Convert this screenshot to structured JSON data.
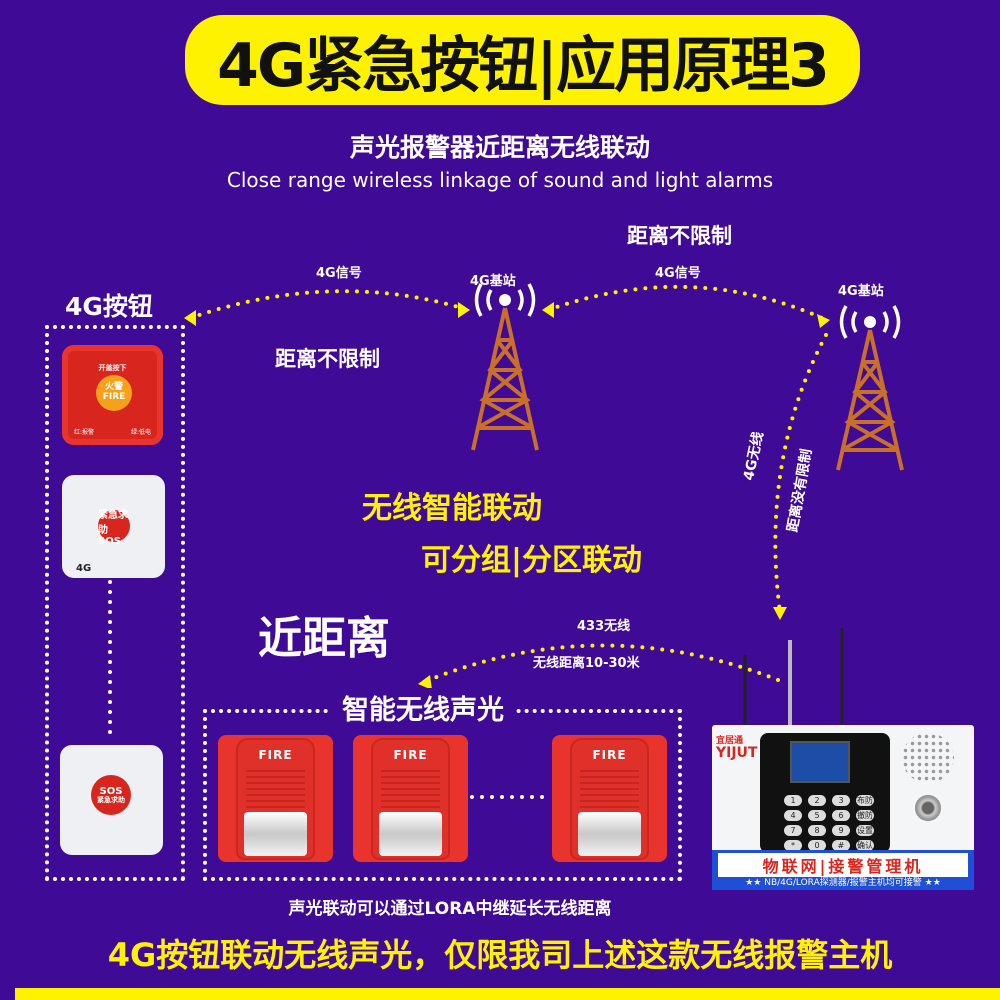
{
  "title": "4G紧急按钮|应用原理3",
  "subtitle_cn": "声光报警器近距离无线联动",
  "subtitle_en": "Close range wireless linkage of sound and light alarms",
  "labels": {
    "distance_unlimited_top": "距离不限制",
    "signal_left": "4G信号",
    "station_left": "4G基站",
    "signal_right": "4G信号",
    "station_right": "4G基站",
    "button_group": "4G按钮",
    "distance_unlimited_left": "距离不限制",
    "wireless_4g": "4G无线",
    "distance_no_limit_vertical": "距离没有限制",
    "smart_linkage": "无线智能联动",
    "group_linkage": "可分组|分区联动",
    "short_range": "近距离",
    "wireless_433": "433无线",
    "wireless_range": "无线距离10-30米",
    "smart_strobe": "智能无线声光",
    "lora_note": "声光联动可以通过LORA中继延长无线距离",
    "footer": "4G按钮联动无线声光，仅限我司上述这款无线报警主机"
  },
  "devices": {
    "fire_button": {
      "top": "开盖按下",
      "center": "火警 FIRE",
      "bottom_left": "红:报警",
      "bottom_right": "绿:低电"
    },
    "sos_panel": {
      "button": "紧急求助 SOS",
      "status": "4G"
    },
    "sos_button": {
      "line1": "SOS",
      "line2": "紧急求助"
    },
    "strobe_label": "FIRE",
    "host": {
      "brand_cn": "宜居通",
      "brand_en": "YIJUT",
      "strip_title": "物联网|接警管理机",
      "strip_sub": "★★ NB/4G/LORA探测器/报警主机均可接警 ★★",
      "keys": [
        "1",
        "2",
        "3",
        "布防",
        "4",
        "5",
        "6",
        "撤防",
        "7",
        "8",
        "9",
        "设置",
        "*",
        "0",
        "#",
        "确认"
      ]
    }
  },
  "colors": {
    "background": "#3f0a96",
    "accent_yellow": "#fff200",
    "tower": "#c8702a",
    "alarm_red": "#d8261f",
    "strip_blue": "#1e4fd6"
  }
}
